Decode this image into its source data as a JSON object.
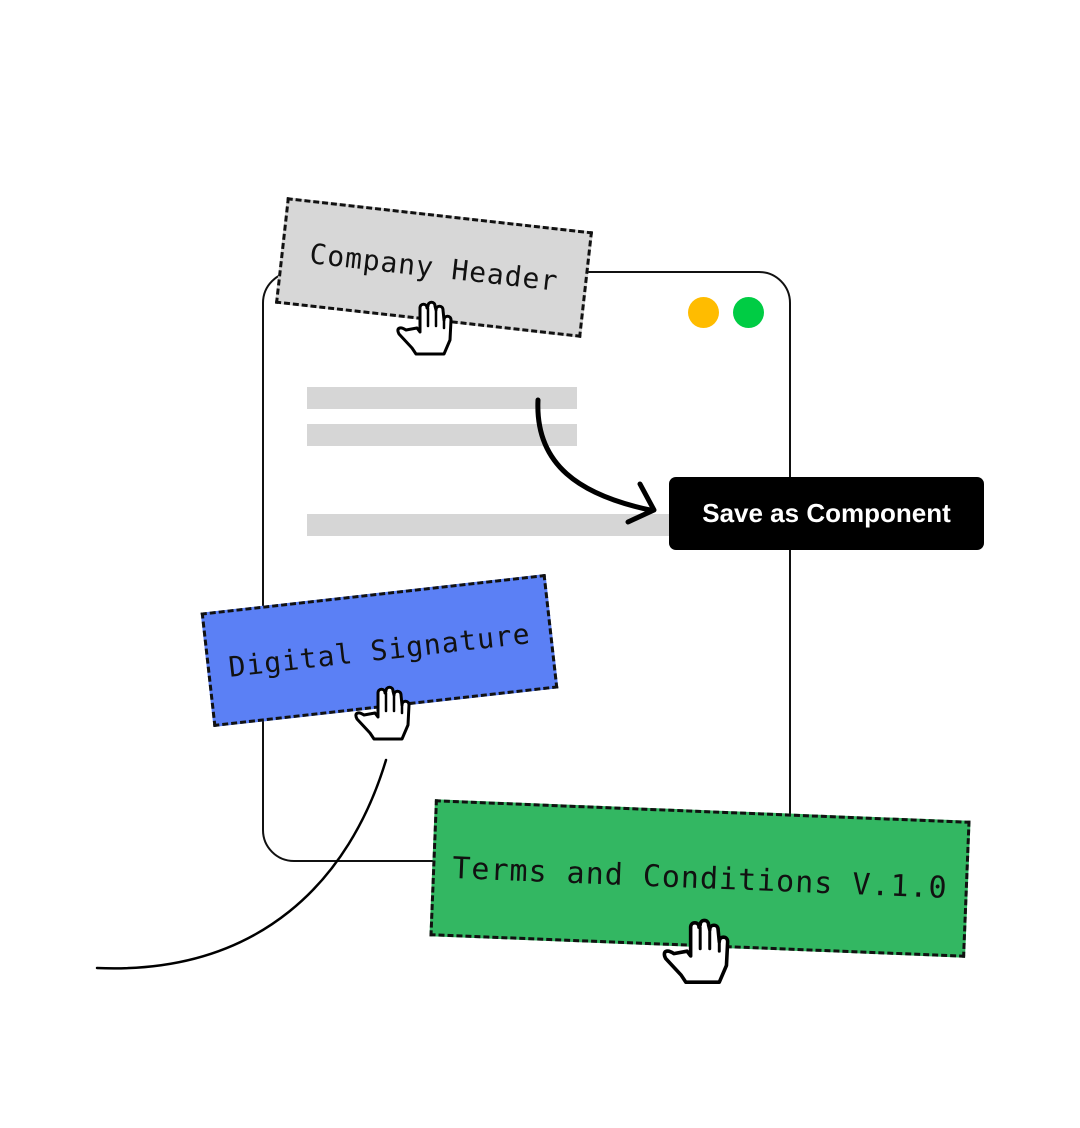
{
  "window": {
    "dots": [
      {
        "name": "yellow",
        "color": "#FFBC00"
      },
      {
        "name": "green",
        "color": "#00CC44"
      }
    ],
    "border_color": "#111111",
    "placeholder_color": "#D6D6D6"
  },
  "action": {
    "save_label": "Save as Component",
    "background": "#000000",
    "text_color": "#FFFFFF"
  },
  "components": [
    {
      "label": "Company Header",
      "color": "#D7D7D7",
      "cursor_icon": "grab-hand-icon"
    },
    {
      "label": "Digital Signature",
      "color": "#5B80F5",
      "cursor_icon": "grab-hand-icon"
    },
    {
      "label": "Terms and Conditions V.1.0",
      "color": "#33B762",
      "cursor_icon": "grab-hand-icon"
    }
  ],
  "icons": {
    "arrow": "curved-arrow-icon",
    "hand": "grab-hand-icon"
  }
}
